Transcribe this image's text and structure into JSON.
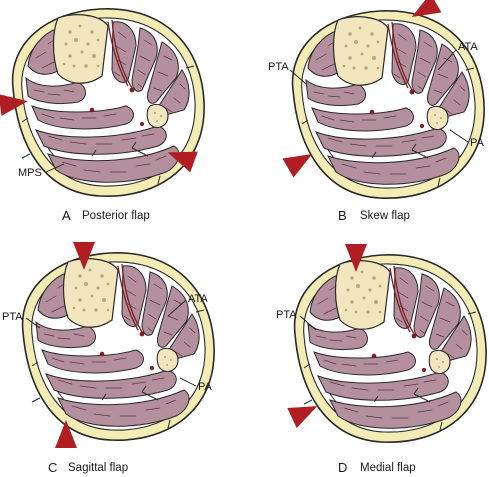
{
  "panels": [
    {
      "letter": "A",
      "caption": "Posterior flap",
      "labels": [
        "MPS"
      ]
    },
    {
      "letter": "B",
      "caption": "Skew flap",
      "labels": [
        "PTA",
        "ATA",
        "PA"
      ]
    },
    {
      "letter": "C",
      "caption": "Sagittal flap",
      "labels": [
        "PTA",
        "ATA",
        "PA"
      ]
    },
    {
      "letter": "D",
      "caption": "Medial flap",
      "labels": [
        "PTA"
      ]
    }
  ],
  "colors": {
    "skin": "#f3ecb4",
    "outline": "#2a2a2a",
    "muscle": "#b48f9d",
    "muscle_fiber": "#5e3443",
    "fascia": "#ffffff",
    "bone": "#f1e6bd",
    "artery": "#7a1f24",
    "flap_marker": "#b01e24"
  },
  "icons": [
    "flap-marker-arrowhead"
  ]
}
